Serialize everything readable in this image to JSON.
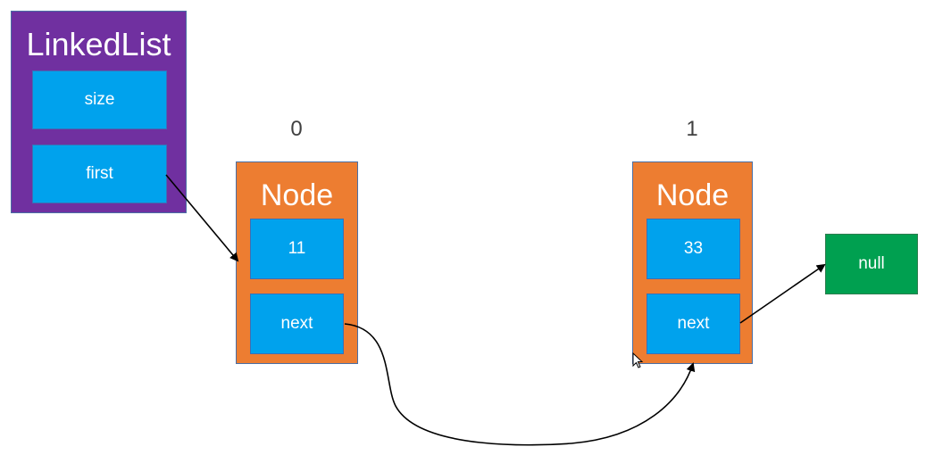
{
  "colors": {
    "linkedlist_bg": "#7030a0",
    "node_bg": "#ed7d31",
    "field_bg": "#00a2ed",
    "null_bg": "#00a050",
    "arrow": "#000000"
  },
  "linkedlist": {
    "title": "LinkedList",
    "fields": [
      "size",
      "first"
    ]
  },
  "nodes": [
    {
      "index": "0",
      "title": "Node",
      "value": "11",
      "next_label": "next"
    },
    {
      "index": "1",
      "title": "Node",
      "value": "33",
      "next_label": "next"
    }
  ],
  "null_box": {
    "label": "null"
  }
}
